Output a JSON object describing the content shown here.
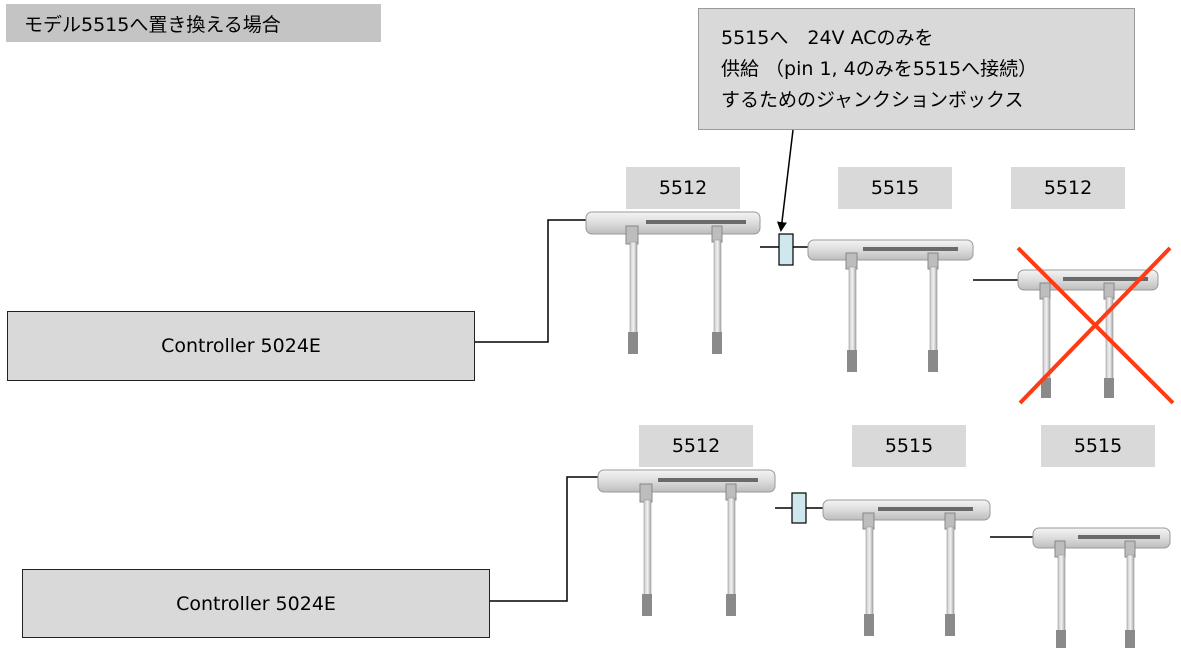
{
  "title": "モデル5515へ置き換える場合",
  "note": {
    "lines": [
      "5515へ　24V ACのみを",
      "供給 （pin 1, 4のみを5515へ接続）",
      "するためのジャンクションボックス"
    ]
  },
  "top_row": {
    "labels": [
      "5512",
      "5515",
      "5512"
    ],
    "controller": "Controller 5024E"
  },
  "bottom_row": {
    "labels": [
      "5512",
      "5515",
      "5515"
    ],
    "controller": "Controller 5024E"
  },
  "colors": {
    "box_fill": "#d9d9d9",
    "junction_fill": "#cfe8ee",
    "cross": "#ff3b14",
    "device_body": "#e6e6e6"
  },
  "icons": [
    "sensor-bar-icon",
    "junction-box-icon",
    "cross-mark-icon",
    "arrow-icon"
  ]
}
